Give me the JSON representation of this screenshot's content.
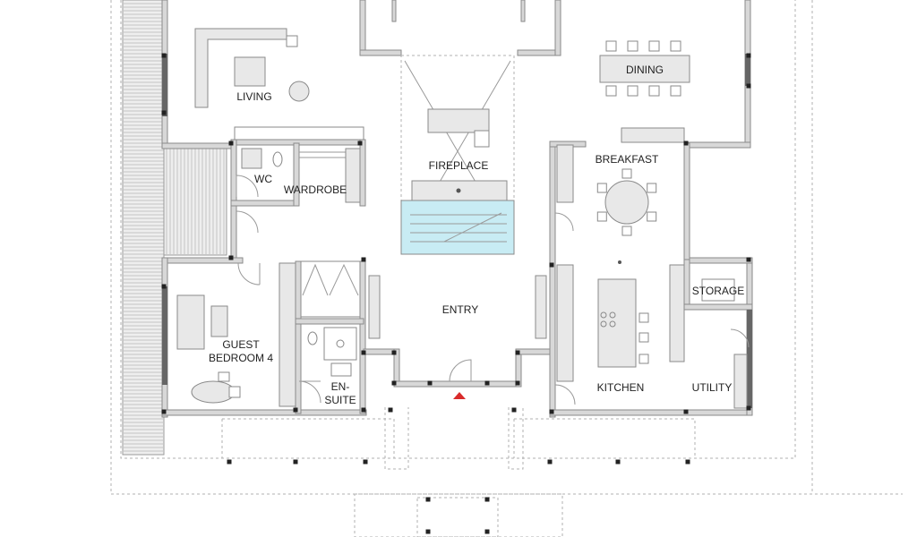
{
  "rooms": {
    "living": "LIVING",
    "dining": "DINING",
    "fireplace": "FIREPLACE",
    "breakfast": "BREAKFAST",
    "wc": "WC",
    "wardrobe": "WARDROBE",
    "entry": "ENTRY",
    "storage": "STORAGE",
    "guest_line1": "GUEST",
    "guest_line2": "BEDROOM 4",
    "ensuite_line1": "EN-",
    "ensuite_line2": "SUITE",
    "kitchen": "KITCHEN",
    "utility": "UTILITY"
  },
  "colors": {
    "wall": "#d8d8d8",
    "wall_dark": "#666666",
    "stair_glass": "#c8ecf4",
    "entry_marker": "#d92b2b"
  },
  "icons": [
    "entry-arrow-icon",
    "stair-icon",
    "door-swing-icon"
  ]
}
